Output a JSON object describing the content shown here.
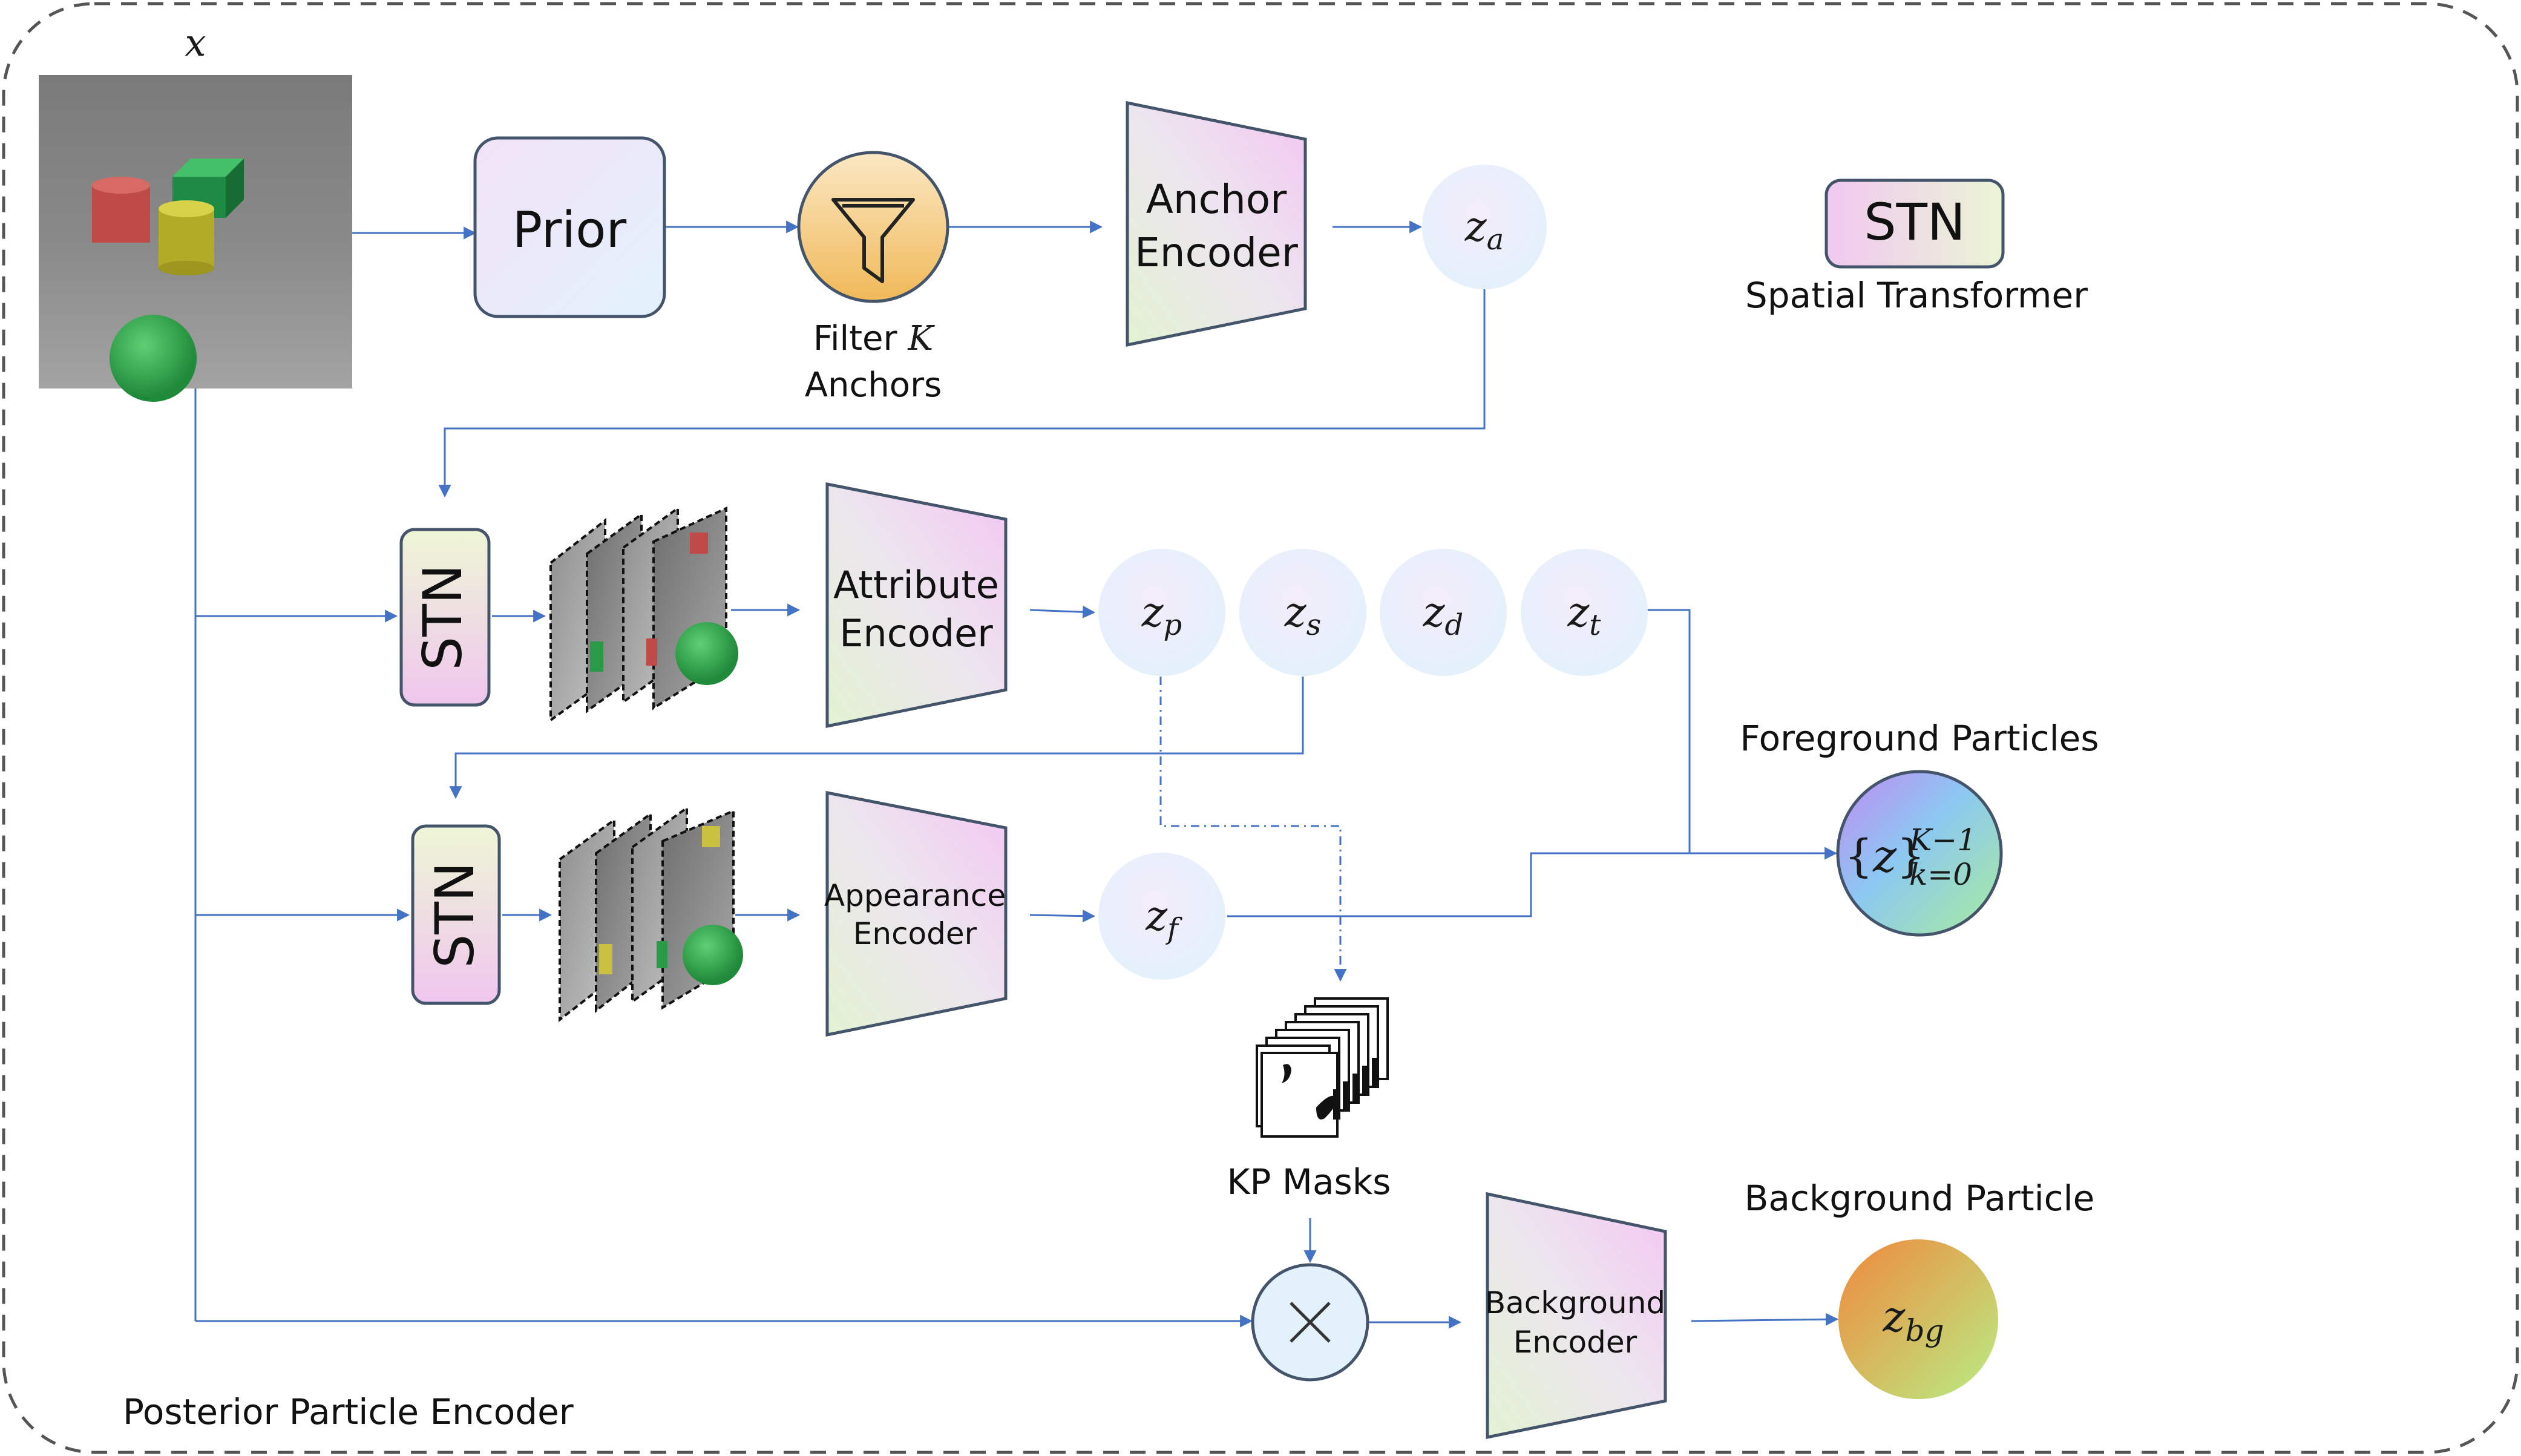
{
  "input_label": "x",
  "prior": {
    "label": "Prior"
  },
  "filter": {
    "line1": "Filter ",
    "k": "K",
    "line2": "Anchors"
  },
  "anchor_encoder": {
    "line1": "Anchor",
    "line2": "Encoder"
  },
  "za": {
    "base": "z",
    "sub": "a"
  },
  "legend": {
    "box": "STN",
    "caption": "Spatial Transformer"
  },
  "stn_label": "STN",
  "attribute_encoder": {
    "line1": "Attribute",
    "line2": "Encoder"
  },
  "appearance_encoder": {
    "line1": "Appearance",
    "line2": "Encoder"
  },
  "background_encoder": {
    "line1": "Background",
    "line2": "Encoder"
  },
  "latents": {
    "zp": {
      "base": "z",
      "sub": "p"
    },
    "zs": {
      "base": "z",
      "sub": "s"
    },
    "zd": {
      "base": "z",
      "sub": "d"
    },
    "zt": {
      "base": "z",
      "sub": "t"
    },
    "zf": {
      "base": "z",
      "sub": "f"
    },
    "zbg": {
      "base": "z",
      "sub": "bg"
    }
  },
  "foreground": {
    "title": "Foreground Particles",
    "set_open": "{",
    "set_var": "z",
    "set_close": "}",
    "sup": "K−1",
    "sub": "k=0"
  },
  "background_title": "Background Particle",
  "kp_masks": "KP Masks",
  "frame_label": "Posterior Particle Encoder",
  "colors": {
    "arrow": "#4472c4",
    "box_stroke": "#44546a",
    "frame": "#555555"
  }
}
